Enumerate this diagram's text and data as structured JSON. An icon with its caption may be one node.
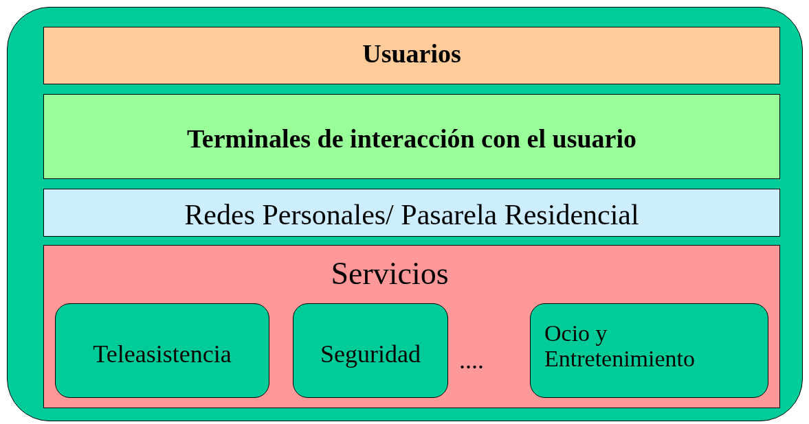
{
  "diagram": {
    "nodes": [
      {
        "text": [],
        "shape": "box"
      },
      {
        "text": [
          "Usuarios"
        ],
        "in": 0
      },
      {
        "text": [
          "Terminales de interacción con el usuario"
        ],
        "in": 0
      },
      {
        "text": [
          "Redes Personales/ Pasarela Residencial"
        ],
        "in": 0
      },
      {
        "text": [
          "Servicios"
        ],
        "in": 0
      },
      {
        "text": [
          "Teleasistencia"
        ],
        "in": 4
      },
      {
        "text": [
          "Seguridad"
        ],
        "in": 4
      },
      {
        "text": [
          "Ocio y Entretenimiento"
        ],
        "in": 4
      }
    ],
    "labels": [
      "...."
    ]
  }
}
